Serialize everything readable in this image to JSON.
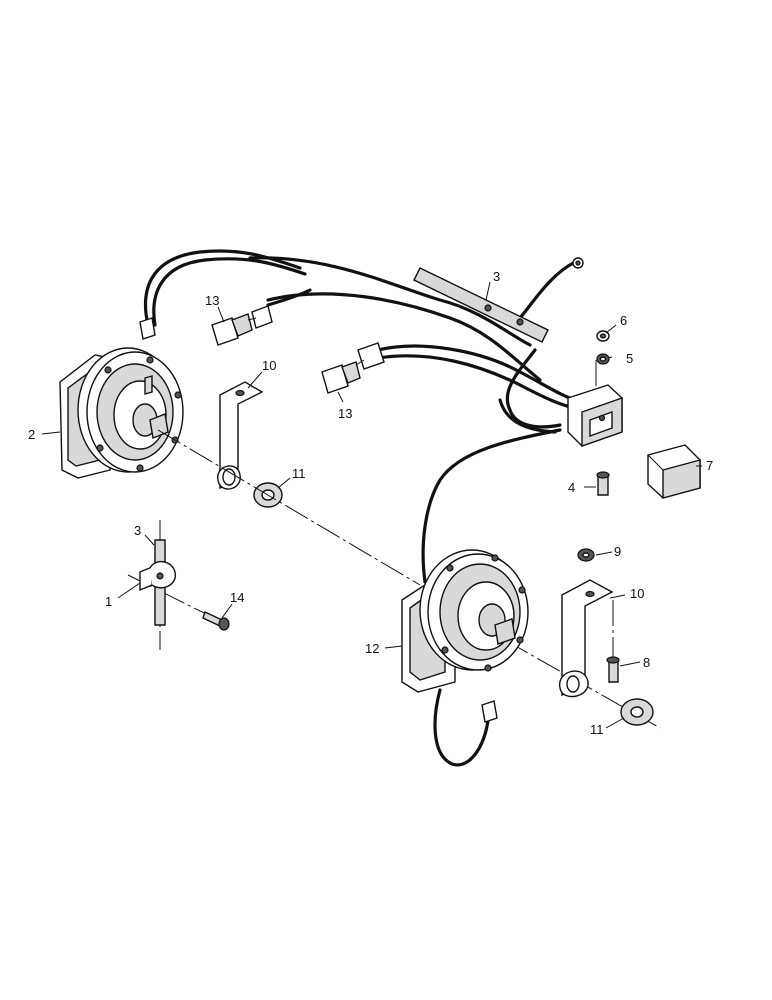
{
  "callouts": [
    {
      "id": "c1",
      "text": "1"
    },
    {
      "id": "c2",
      "text": "2"
    },
    {
      "id": "c3a",
      "text": "3"
    },
    {
      "id": "c3b",
      "text": "3"
    },
    {
      "id": "c4",
      "text": "4"
    },
    {
      "id": "c5",
      "text": "5"
    },
    {
      "id": "c6",
      "text": "6"
    },
    {
      "id": "c7",
      "text": "7"
    },
    {
      "id": "c8",
      "text": "8"
    },
    {
      "id": "c9",
      "text": "9"
    },
    {
      "id": "c10a",
      "text": "10"
    },
    {
      "id": "c10b",
      "text": "10"
    },
    {
      "id": "c11a",
      "text": "11"
    },
    {
      "id": "c11b",
      "text": "11"
    },
    {
      "id": "c12",
      "text": "12"
    },
    {
      "id": "c13a",
      "text": "13"
    },
    {
      "id": "c13b",
      "text": "13"
    },
    {
      "id": "c14",
      "text": "14"
    }
  ]
}
